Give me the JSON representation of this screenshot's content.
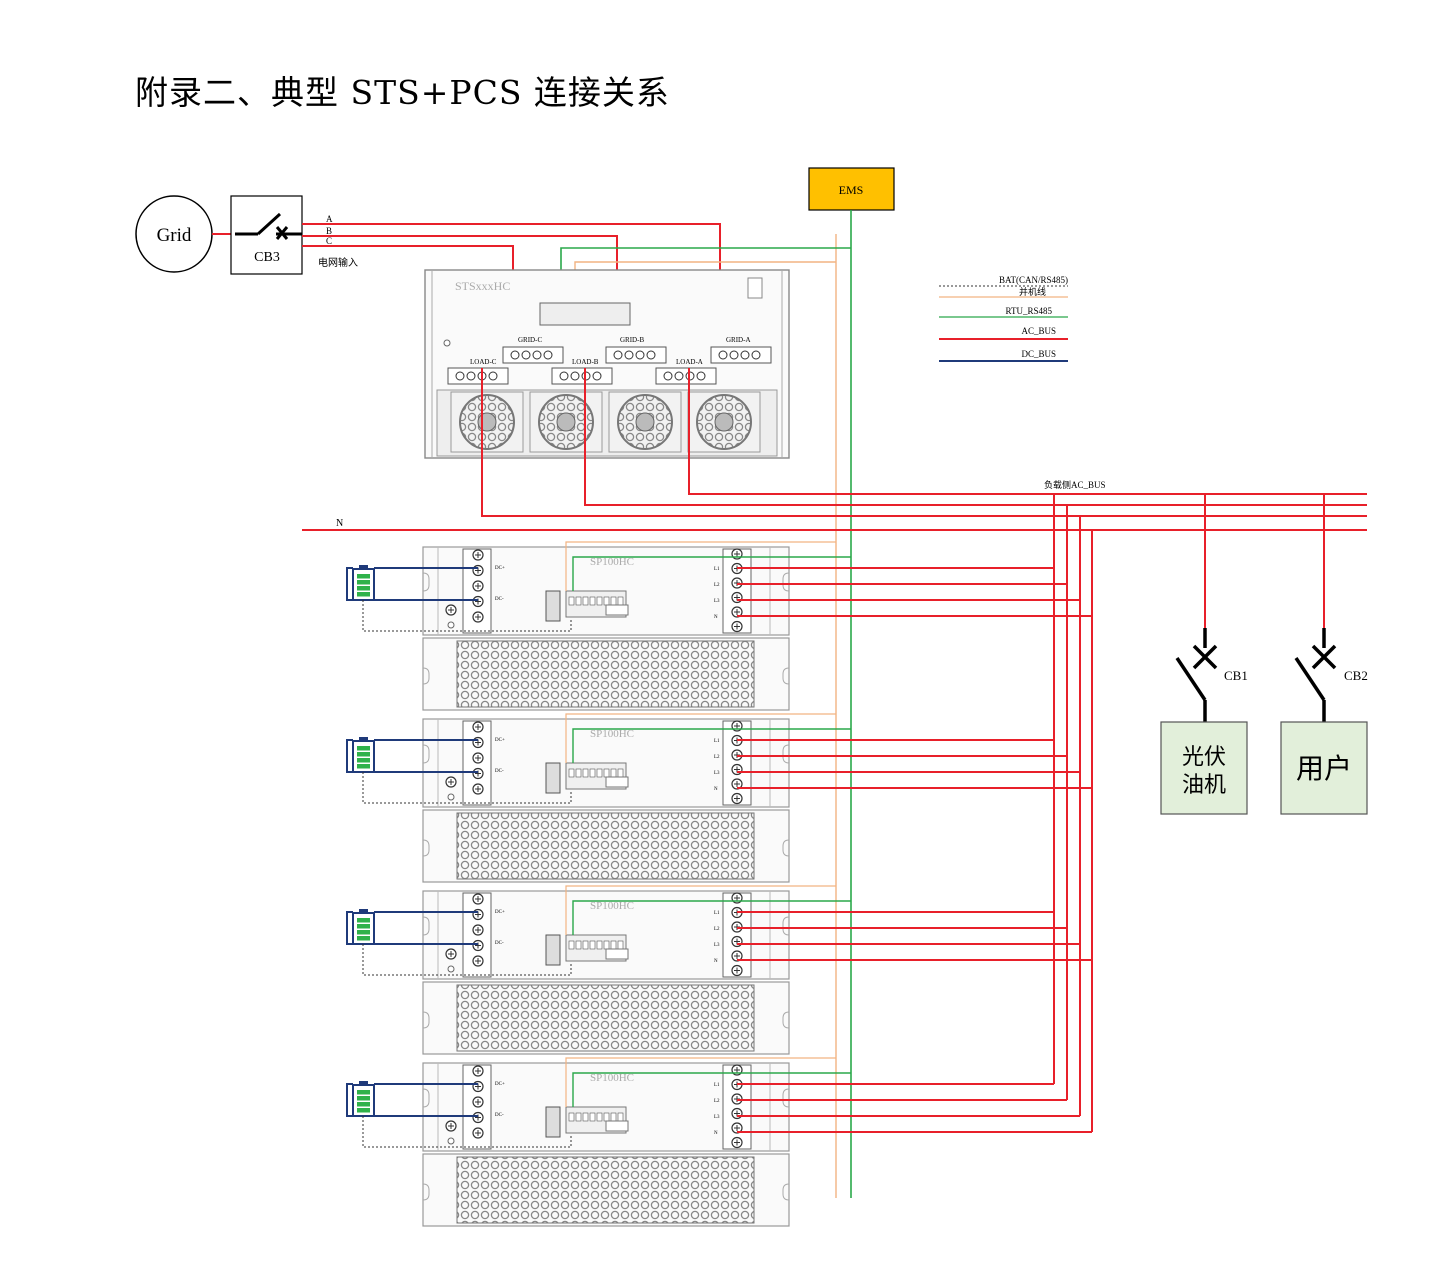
{
  "title": "附录二、典型 STS+PCS 连接关系",
  "grid": {
    "label": "Grid"
  },
  "breakers": {
    "cb3": "CB3",
    "cb1": "CB1",
    "cb2": "CB2"
  },
  "phases": [
    "A",
    "B",
    "C"
  ],
  "grid_input_label": "电网输入",
  "ems": {
    "label": "EMS"
  },
  "sts": {
    "model": "STSxxxHC",
    "grid_terminals": [
      "GRID-C",
      "GRID-B",
      "GRID-A"
    ],
    "load_terminals": [
      "LOAD-C",
      "LOAD-B",
      "LOAD-A"
    ]
  },
  "legend": [
    "BAT(CAN/RS485)",
    "并机线",
    "RTU_RS485",
    "AC_BUS",
    "DC_BUS"
  ],
  "load_bus_label": "负载侧AC_BUS",
  "neutral_label": "N",
  "pcs": {
    "model": "SP100HC",
    "count": 4,
    "dc_labels": [
      "DC+",
      "DC-"
    ],
    "ac_labels": [
      "L1",
      "L2",
      "L3",
      "N"
    ]
  },
  "loads": {
    "pv": [
      "光伏",
      "油机"
    ],
    "user": "用户"
  },
  "colors": {
    "ac_bus": "#e8202a",
    "dc_bus": "#1f3a7a",
    "rtu": "#2aa84a",
    "parallel": "#f2b482",
    "bat": "#333333",
    "ems": "#ffc000",
    "load_box": "#e2efda"
  }
}
